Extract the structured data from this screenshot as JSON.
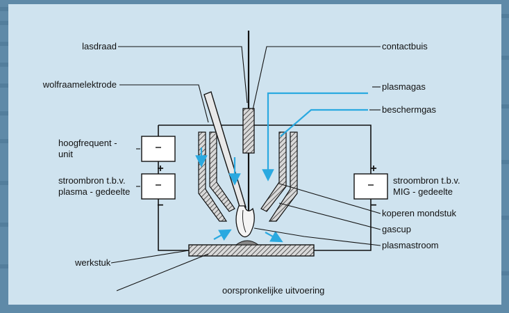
{
  "labels": {
    "lasdraad": "lasdraad",
    "contactbuis": "contactbuis",
    "wolfraamelektrode": "wolfraamelektrode",
    "plasmagas": "plasmagas",
    "beschermgas": "beschermgas",
    "hoogfrequent_line1": "hoogfrequent -",
    "hoogfrequent_line2": "unit",
    "stroombron_plasma_line1": "stroombron t.b.v.",
    "stroombron_plasma_line2": "plasma - gedeelte",
    "stroombron_mig_line1": "stroombron t.b.v.",
    "stroombron_mig_line2": "MIG - gedeelte",
    "koperen_mondstuk": "koperen mondstuk",
    "gascup": "gascup",
    "plasmastroom": "plasmastroom",
    "werkstuk": "werkstuk",
    "caption": "oorspronkelijke uitvoering"
  },
  "symbols": {
    "plus": "+",
    "minus": "−"
  },
  "colors": {
    "panel": "#cfe3ef",
    "background": "#5f8aa8",
    "gas_flow": "#2aa9e0",
    "component_fill": "#d9d9d9",
    "hatch": "#333333"
  }
}
